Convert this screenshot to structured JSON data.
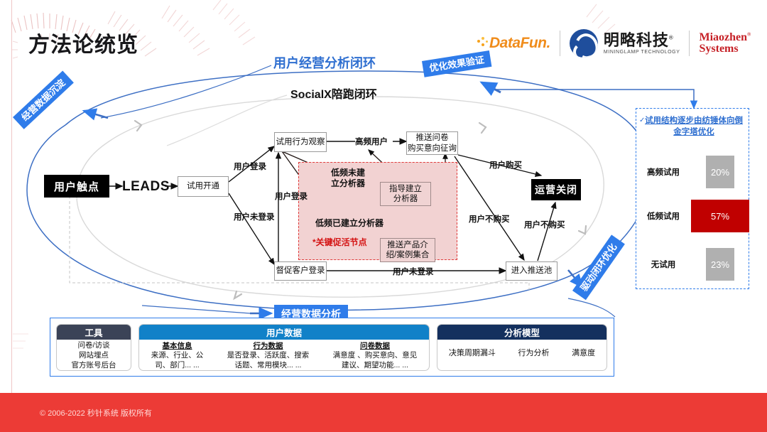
{
  "slide": {
    "title": "方法论统览",
    "footer": "© 2006-2022 秒针系统 版权所有"
  },
  "logos": {
    "datafun": "DataFun.",
    "minglue_cn": "明略科技",
    "minglue_reg": "®",
    "minglue_en": "MININGLAMP TECHNOLOGY",
    "miaozhen_1": "Miaozhen",
    "miaozhen_reg": "®",
    "miaozhen_2": "Systems"
  },
  "headings": {
    "cycle": "用户经营分析闭环",
    "social": "SocialX陪跑闭环"
  },
  "ribbons": {
    "sink": "经营数据沉淀",
    "verify": "优化效果验证",
    "drive": "驱动闭环优化",
    "analysis": "经营数据分析"
  },
  "flow": {
    "touchpoint": "用户触点",
    "leads": "LEADS",
    "trial_open": "试用开通",
    "trial_behavior": "试用行为观察",
    "push_survey": "推送问卷\n购买意向征询",
    "guide_build": "指导建立\n分析器",
    "push_product": "推送产品介\n绍/案例集合",
    "urge_login": "督促客户登录",
    "enter_pool": "进入推送池",
    "ops_close": "运营关闭",
    "low_freq_not_built": "低频未建\n立分析器",
    "low_freq_built": "低频已建立分析器",
    "key_node": "*关键促活节点"
  },
  "edge_labels": {
    "high_freq_user": "高频用户",
    "user_login_1": "用户登录",
    "user_login_2": "用户登录",
    "user_not_login_1": "用户未登录",
    "user_not_login_2": "用户未登录",
    "user_buy": "用户购买",
    "user_not_buy_1": "用户不购买",
    "user_not_buy_2": "用户不购买"
  },
  "right_panel": {
    "title": "试用结构逐步由纺锤体向倒金字塔优化",
    "check": "✓",
    "rows": [
      {
        "label": "高频试用",
        "value": "20%",
        "percent": 20,
        "color": "#b0b0b0"
      },
      {
        "label": "低频试用",
        "value": "57%",
        "percent": 57,
        "color": "#c00000"
      },
      {
        "label": "无试用",
        "value": "23%",
        "percent": 23,
        "color": "#b0b0b0"
      }
    ]
  },
  "bottom_panel": {
    "cards": [
      {
        "header": "工具",
        "header_color": "#3b4357",
        "type": "lines",
        "lines": [
          "问卷/访谈",
          "网站埋点",
          "官方账号后台"
        ]
      },
      {
        "header": "用户数据",
        "header_color": "#1181c8",
        "type": "columns",
        "columns": [
          {
            "title": "基本信息",
            "text": "来源、行业、公\n司、部门... ..."
          },
          {
            "title": "行为数据",
            "text": "是否登录、活跃度、搜索\n话题、常用模块... ..."
          },
          {
            "title": "问卷数据",
            "text": "满意度 、购买意向、意见\n建议、期望功能... ..."
          }
        ]
      },
      {
        "header": "分析模型",
        "header_color": "#14305e",
        "type": "inline",
        "items": [
          "决策周期漏斗",
          "行为分析",
          "满意度"
        ]
      }
    ]
  },
  "colors": {
    "brand_blue": "#2f7cea",
    "red_bar": "#c00000",
    "gray_bar": "#b0b0b0",
    "footer_red": "#ec3b36",
    "shaded_box": "#f0d3d3"
  }
}
